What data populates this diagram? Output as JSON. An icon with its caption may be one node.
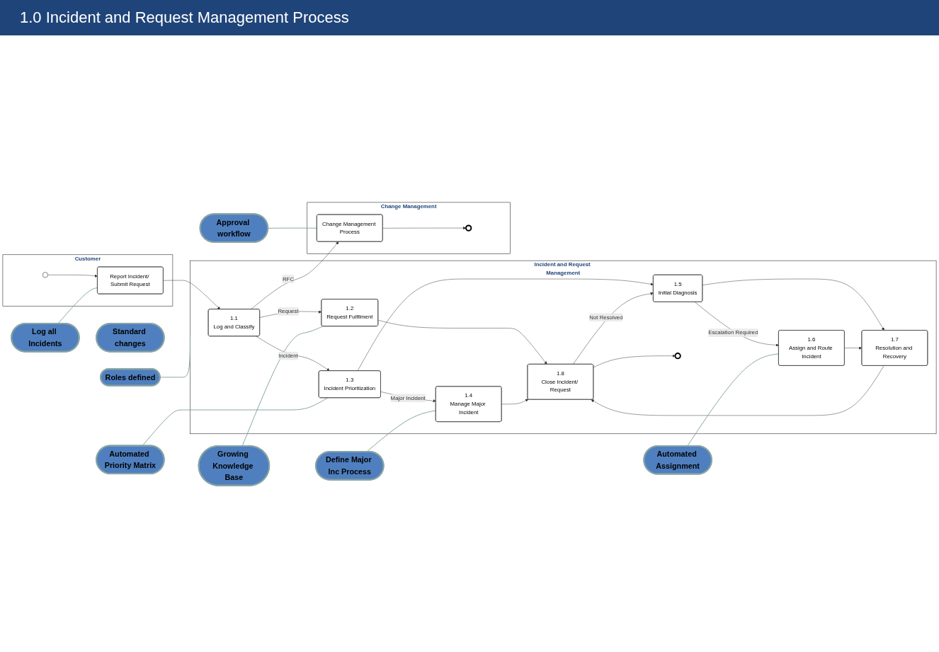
{
  "diagram": {
    "title": "1.0 Incident and Request Management Process",
    "nodes": [
      {
        "text": [
          "Customer"
        ]
      },
      {
        "text": [],
        "shape": "circle",
        "in": 0
      },
      {
        "text": [
          "Report Incident/ Submit Request"
        ],
        "in": 0
      },
      {
        "text": [
          "Log all Incidents"
        ]
      },
      {
        "text": [
          "Growing Knowledge Base"
        ]
      },
      {
        "text": [
          "Incident and Request Management"
        ]
      },
      {
        "text": [
          "1.1",
          "Log and Classify"
        ],
        "in": 5
      },
      {
        "text": [
          "1.2",
          "Request Fulfilment"
        ],
        "in": 5
      },
      {
        "text": [
          "Roles defined"
        ]
      },
      {
        "text": [
          "Automated Priority Matrix"
        ]
      },
      {
        "text": [
          "1.3",
          "Incident Prioritization"
        ],
        "in": 5
      },
      {
        "text": [
          "1.5",
          "Initial Diagnosis"
        ],
        "in": 5
      },
      {
        "text": [
          "1.7",
          "Resolution and Recovery"
        ],
        "in": 5
      },
      {
        "text": [
          "1.8",
          "Close Incident/ Request"
        ],
        "in": 5
      },
      {
        "text": [],
        "shape": "circle",
        "in": 5
      },
      {
        "text": [
          "Automated Assignment"
        ]
      },
      {
        "text": [
          "Standard changes"
        ]
      },
      {
        "text": [
          "1.4",
          "Manage Major Incident"
        ],
        "in": 5
      },
      {
        "text": [
          "1.6",
          "Assign and Route Incident"
        ],
        "in": 5
      },
      {
        "text": [
          "Change Management"
        ]
      },
      {
        "text": [
          "Change Management Process"
        ],
        "in": 19
      },
      {
        "text": [],
        "shape": "circle",
        "in": 19
      },
      {
        "text": [
          "Approval workflow"
        ]
      },
      {
        "text": [
          "Define Major Inc Process"
        ]
      }
    ],
    "edges": [
      {
        "from": 1,
        "to": 2,
        "arrow": "to"
      },
      {
        "from": 2,
        "to": 6,
        "arrow": "to"
      },
      {
        "from": 6,
        "to": 7,
        "arrow": "to",
        "label": "Request"
      },
      {
        "from": 6,
        "to": 10,
        "arrow": "to",
        "label": "Incident"
      },
      {
        "from": 6,
        "to": 20,
        "arrow": "to",
        "label": "RFC"
      },
      {
        "from": 7,
        "to": 13,
        "arrow": "to"
      },
      {
        "from": 10,
        "to": 11,
        "arrow": "to"
      },
      {
        "from": 10,
        "to": 17,
        "arrow": "to",
        "label": "Major Incident"
      },
      {
        "from": 11,
        "to": 12,
        "arrow": "to"
      },
      {
        "from": 11,
        "to": 18,
        "arrow": "to",
        "label": "Escalation Required"
      },
      {
        "from": 12,
        "to": 13,
        "arrow": "to"
      },
      {
        "from": 13,
        "to": 11,
        "arrow": "to",
        "label": "Not Resolved"
      },
      {
        "from": 13,
        "to": 14,
        "arrow": "to"
      },
      {
        "from": 18,
        "to": 12,
        "arrow": "to"
      },
      {
        "from": 17,
        "to": 13,
        "arrow": "to"
      },
      {
        "from": 20,
        "to": 21,
        "arrow": "to"
      },
      {
        "from": 3,
        "to": 2,
        "arrow": "none",
        "color": "#86a3a3"
      },
      {
        "from": 4,
        "to": 7,
        "arrow": "none",
        "color": "#86a3a3"
      },
      {
        "from": 9,
        "to": 10,
        "arrow": "none",
        "color": "#86a3a3"
      },
      {
        "from": 8,
        "to": 5,
        "arrow": "none",
        "color": "#86a3a3"
      },
      {
        "from": 15,
        "to": 18,
        "arrow": "none",
        "color": "#86a3a3"
      },
      {
        "from": 23,
        "to": 17,
        "arrow": "none",
        "color": "#86a3a3"
      },
      {
        "from": 22,
        "to": 20,
        "arrow": "none",
        "color": "#86a3a3"
      }
    ]
  }
}
